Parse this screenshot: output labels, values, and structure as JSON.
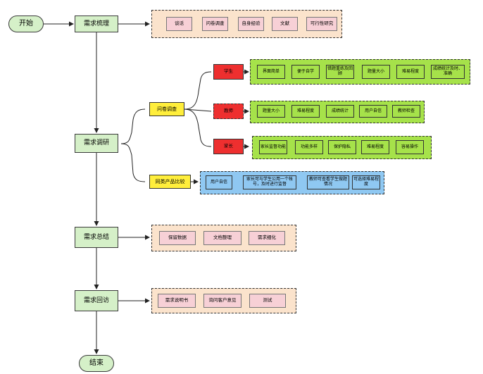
{
  "flow": {
    "start": "开始",
    "end": "结束",
    "steps": [
      "需求梳理",
      "需求调研",
      "需求总结",
      "需求回访"
    ]
  },
  "requirements_sort": {
    "items": [
      "谈话",
      "问卷调查",
      "自身经验",
      "文献",
      "可行性研究"
    ]
  },
  "research": {
    "survey_label": "问卷调查",
    "competitor_label": "同类产品比较",
    "student": {
      "label": "学生",
      "items": [
        "界面简单",
        "便于自学",
        "错题重练及回顾",
        "题量大小",
        "难易程度",
        "成绩统计及时、准确"
      ]
    },
    "teacher": {
      "label": "教师",
      "items": [
        "题量大小",
        "难易程度",
        "成绩统计",
        "用户自信",
        "教师检查"
      ]
    },
    "parent": {
      "label": "家长",
      "items": [
        "家长监督功能",
        "功能多样",
        "保护隐私",
        "难易程度",
        "容易操作"
      ]
    },
    "competitor_items": [
      "用户自信",
      "家长可与学生公用一个帐号，及时进行监督",
      "教师可查看学生做题情况",
      "可选择难易程度"
    ]
  },
  "summary": {
    "items": [
      "保留数据",
      "文档整理",
      "需求细化"
    ]
  },
  "revisit": {
    "items": [
      "需求说明书",
      "询问客户意见",
      "测试"
    ]
  },
  "colors": {
    "step_fill": "#d5f0c8",
    "peach_group": "#fbe3cc",
    "pink_item": "#f7d0d6",
    "green_item": "#a6e24a",
    "blue_item": "#8fc8f2",
    "red_category": "#ee2f2f",
    "yellow_category": "#ffee3b"
  }
}
